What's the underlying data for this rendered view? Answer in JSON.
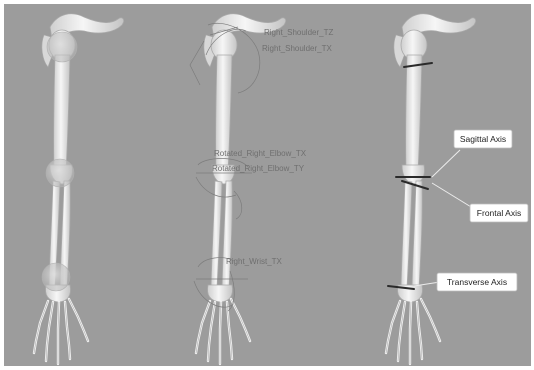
{
  "panels": {
    "middle": {
      "joint_labels": [
        {
          "text": "Right_Shoulder_TZ"
        },
        {
          "text": "Right_Shoulder_TX"
        },
        {
          "text": "Rotated_Right_Elbow_TX"
        },
        {
          "text": "Rotated_Right_Elbow_TY"
        },
        {
          "text": "Right_Wrist_TX"
        }
      ]
    },
    "right": {
      "callouts": [
        {
          "label": "Sagittal Axis"
        },
        {
          "label": "Frontal Axis"
        },
        {
          "label": "Transverse Axis"
        }
      ]
    }
  },
  "colors": {
    "background": "#9c9c9c",
    "bone": "#f1f1f1",
    "bone_shade": "#c9c9c9",
    "axis_marker": "#2a2a2a",
    "callout_box": "#ffffff",
    "callout_border": "#bcbcbc"
  }
}
